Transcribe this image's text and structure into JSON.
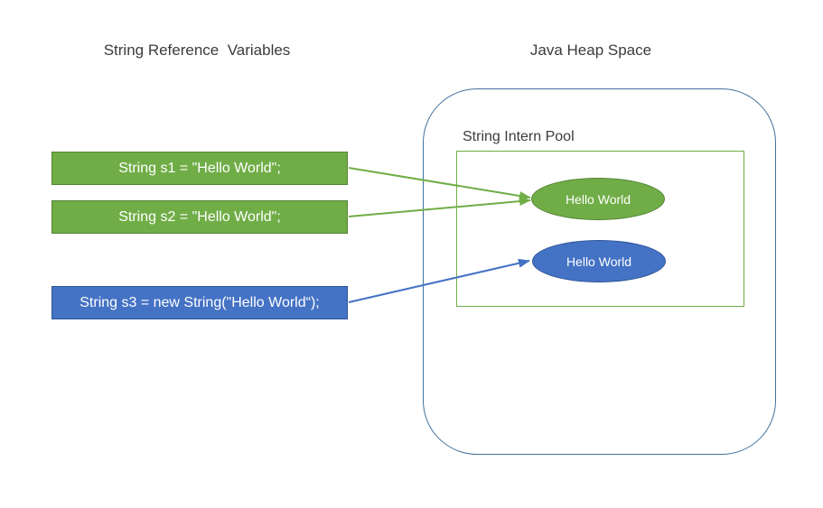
{
  "titles": {
    "left": "String Reference  Variables",
    "right": "Java Heap Space"
  },
  "boxes": [
    {
      "id": "s1",
      "label": "String s1 = \"Hello World\";",
      "color": "green"
    },
    {
      "id": "s2",
      "label": "String s2 = \"Hello World\";",
      "color": "green"
    },
    {
      "id": "s3",
      "label": "String s3 = new String(\"Hello World“);",
      "color": "blue"
    }
  ],
  "heap": {
    "pool_label": "String Intern Pool"
  },
  "ellipses": [
    {
      "label": "Hello World",
      "color": "green"
    },
    {
      "label": "Hello World",
      "color": "blue"
    }
  ],
  "arrows": [
    {
      "from": "s1",
      "to": "intern-pool-green-ellipse",
      "color": "green"
    },
    {
      "from": "s2",
      "to": "intern-pool-green-ellipse",
      "color": "green"
    },
    {
      "from": "s3",
      "to": "heap-blue-ellipse",
      "color": "blue"
    }
  ],
  "colors": {
    "green_fill": "#70AD47",
    "green_border": "#548235",
    "blue_fill": "#4472C4",
    "blue_border": "#2F5597",
    "heap_outline": "#41719C",
    "pool_outline": "#70AD47",
    "title_text": "#3B3B3B",
    "box_text": "#FFFFFF",
    "background": "#FFFFFF"
  }
}
